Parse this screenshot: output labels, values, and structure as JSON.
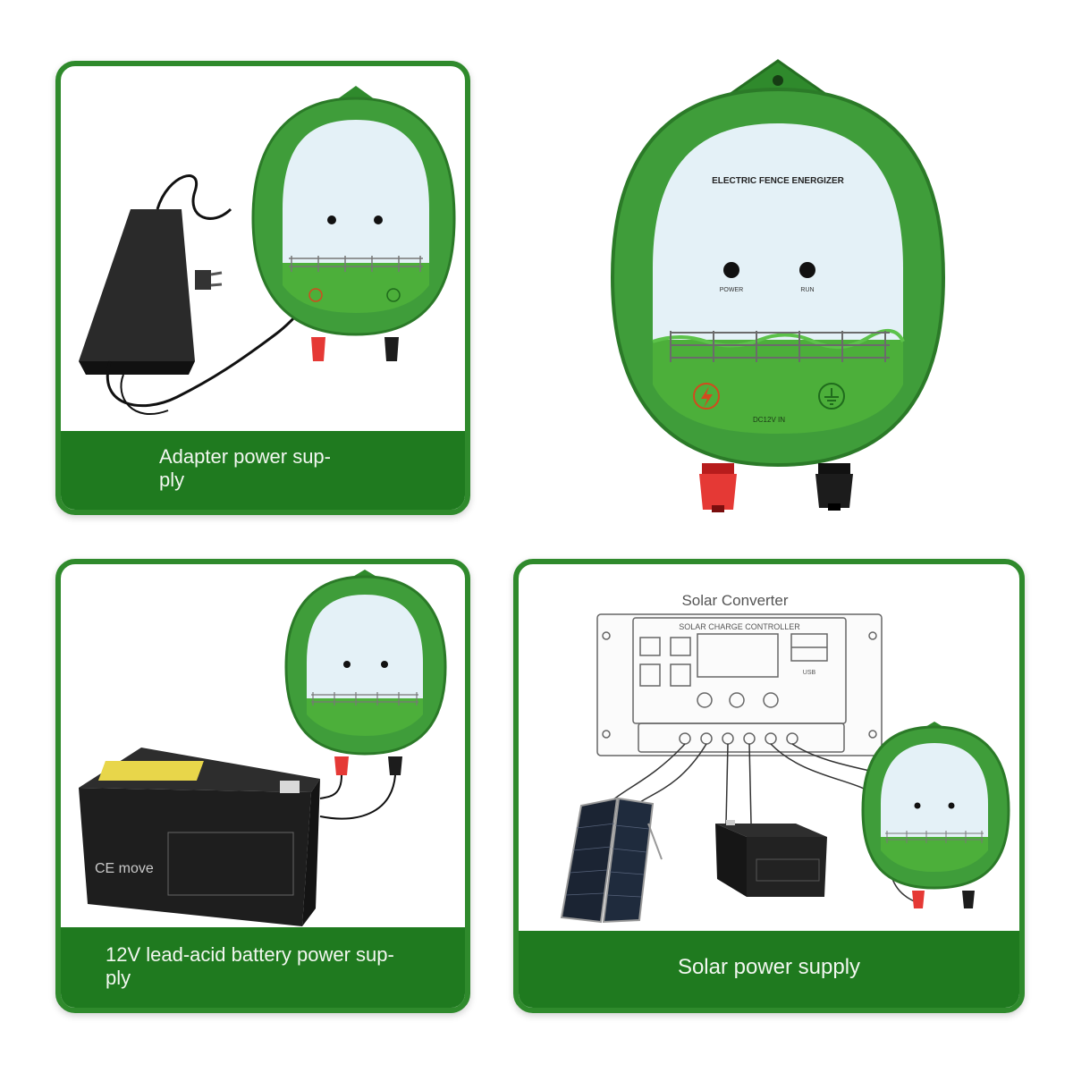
{
  "device": {
    "title": "ELECTRIC FENCE ENERGIZER",
    "power_label": "POWER",
    "run_label": "RUN",
    "input_label": "DC12V IN"
  },
  "panels": {
    "adapter": {
      "caption_line1": "Adapter power sup-",
      "caption_line2": "ply"
    },
    "battery": {
      "caption_line1": "12V lead-acid battery power sup-",
      "caption_line2": "ply",
      "battery_text": "CE move"
    },
    "solar": {
      "caption": "Solar power supply",
      "converter_title": "Solar Converter",
      "controller_title": "SOLAR CHARGE CONTROLLER",
      "usb_label": "USB"
    }
  },
  "colors": {
    "green_dark": "#1f7a1f",
    "green_body": "#3f9d3a",
    "screen": "#e4f1f7",
    "grass": "#4caf3a"
  }
}
